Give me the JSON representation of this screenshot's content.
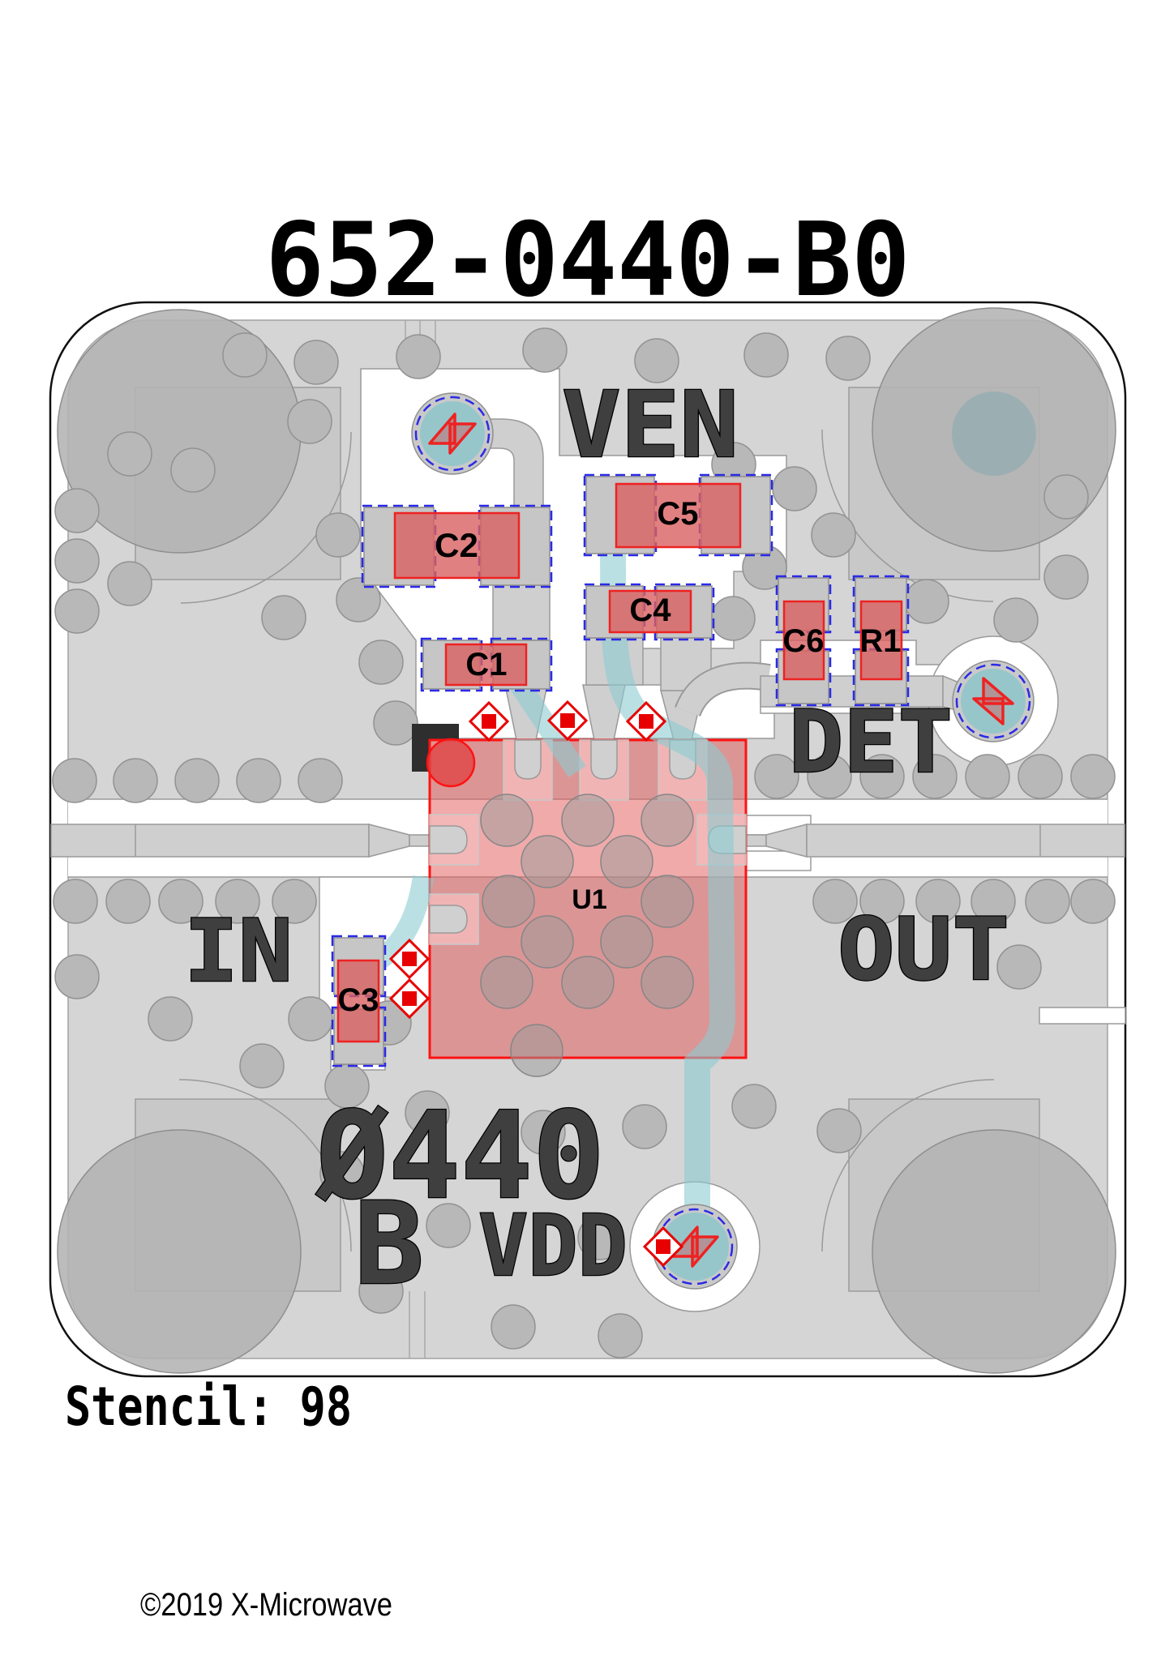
{
  "title": "652-0440-B0",
  "silkscreen": {
    "ven": "VEN",
    "det": "DET",
    "rf_in": "IN",
    "rf_out": "OUT",
    "vdd": "VDD",
    "model": "Ø440",
    "revision": "B"
  },
  "components": {
    "u1": "U1",
    "c1": "C1",
    "c2": "C2",
    "c3": "C3",
    "c4": "C4",
    "c5": "C5",
    "c6": "C6",
    "r1": "R1"
  },
  "footer": {
    "stencil_label": "Stencil: 98",
    "copyright": "©2019 X-Microwave"
  },
  "colors": {
    "copper": "#d5d5d5",
    "component_red": "#ee2222",
    "pad_teal": "#96c6ca",
    "courtyard_blue": "#2a2ae6",
    "silkscreen_gray": "#3f3f3f"
  }
}
